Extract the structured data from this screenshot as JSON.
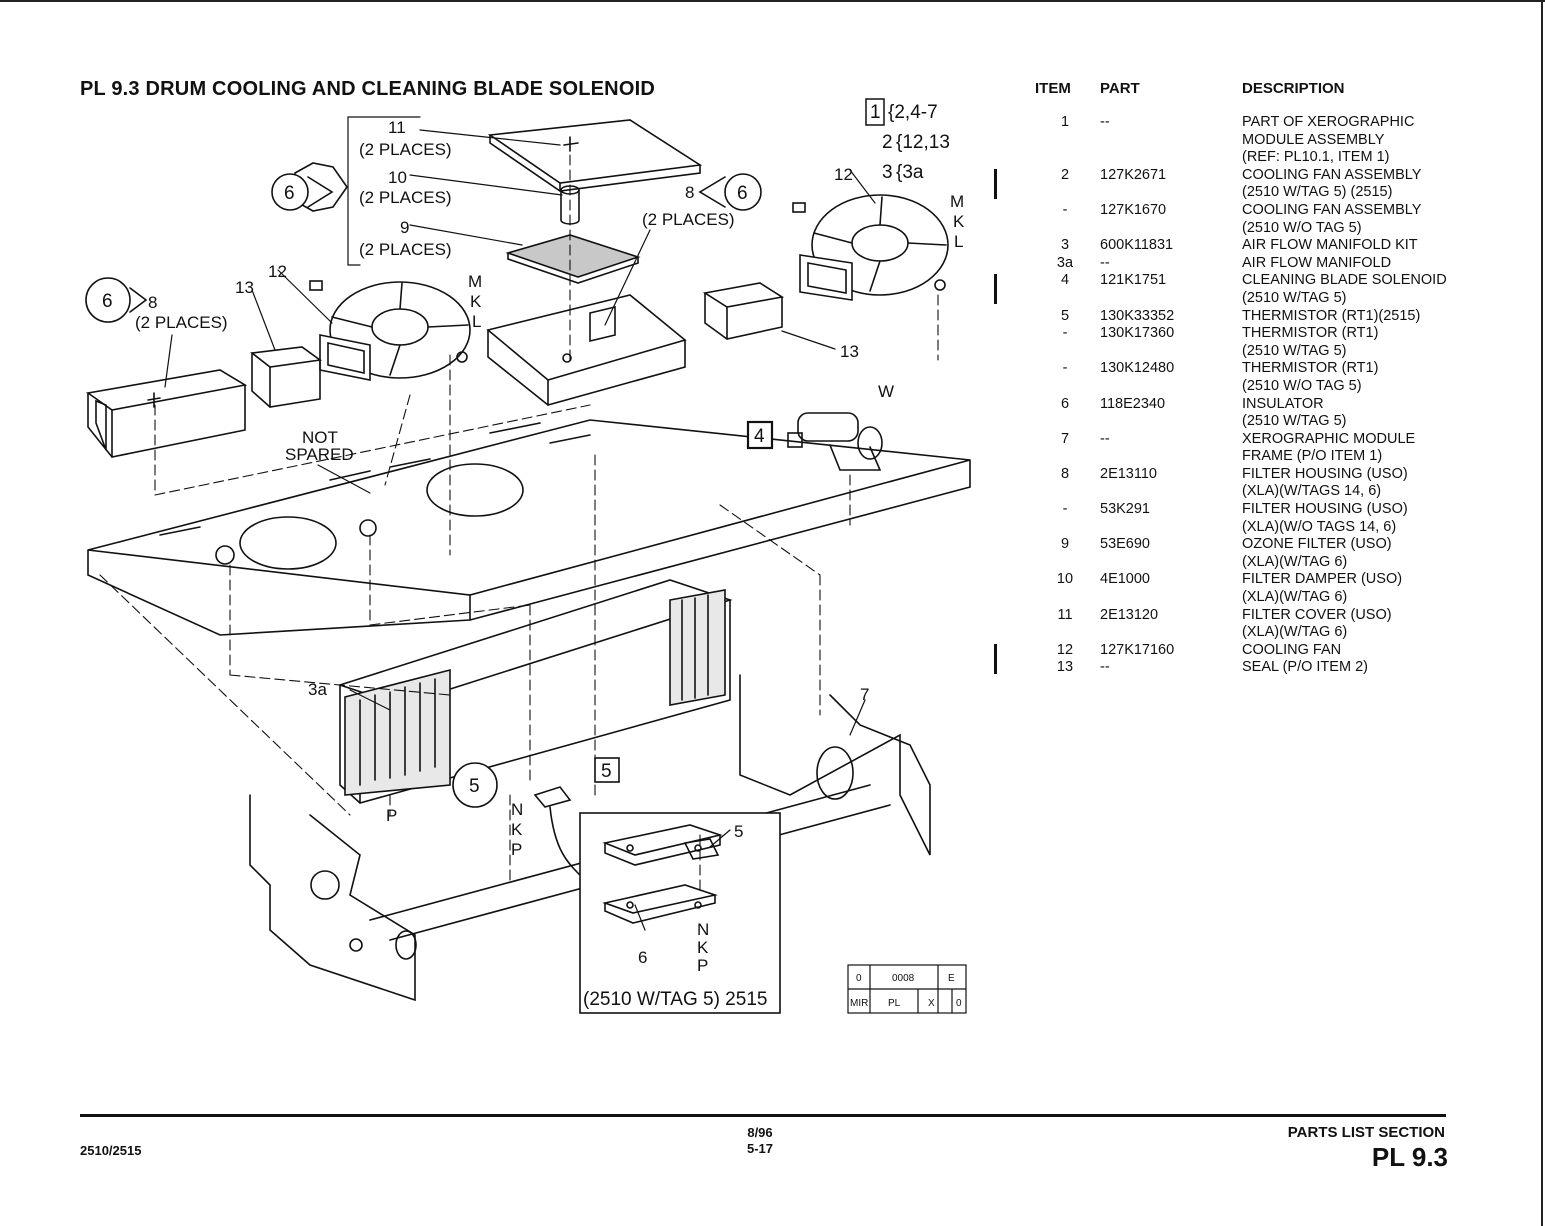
{
  "title": "PL 9.3 DRUM COOLING AND CLEANING BLADE SOLENOID",
  "table": {
    "headers": {
      "item": "ITEM",
      "part": "PART",
      "description": "DESCRIPTION"
    },
    "rows": [
      {
        "item": "1",
        "part": "--",
        "desc": [
          "PART OF XEROGRAPHIC",
          "MODULE ASSEMBLY",
          "(REF: PL10.1, ITEM 1)"
        ],
        "marked": false
      },
      {
        "item": "2",
        "part": "127K2671",
        "desc": [
          "COOLING FAN ASSEMBLY",
          "(2510 W/TAG 5) (2515)"
        ],
        "marked": true
      },
      {
        "item": "-",
        "part": "127K1670",
        "desc": [
          "COOLING FAN ASSEMBLY",
          "(2510 W/O TAG 5)"
        ],
        "marked": false
      },
      {
        "item": "3",
        "part": "600K11831",
        "desc": [
          "AIR FLOW MANIFOLD KIT"
        ],
        "marked": false
      },
      {
        "item": "3a",
        "part": "--",
        "desc": [
          "AIR FLOW MANIFOLD"
        ],
        "marked": false
      },
      {
        "item": "4",
        "part": "121K1751",
        "desc": [
          "CLEANING BLADE SOLENOID",
          "(2510 W/TAG 5)"
        ],
        "marked": true
      },
      {
        "item": "5",
        "part": "130K33352",
        "desc": [
          "THERMISTOR (RT1)(2515)"
        ],
        "marked": false
      },
      {
        "item": "-",
        "part": "130K17360",
        "desc": [
          "THERMISTOR (RT1)",
          "(2510 W/TAG 5)"
        ],
        "marked": false
      },
      {
        "item": "-",
        "part": "130K12480",
        "desc": [
          "THERMISTOR (RT1)",
          "(2510 W/O TAG 5)"
        ],
        "marked": false
      },
      {
        "item": "6",
        "part": "118E2340",
        "desc": [
          "INSULATOR",
          "(2510 W/TAG 5)"
        ],
        "marked": false
      },
      {
        "item": "7",
        "part": "--",
        "desc": [
          "XEROGRAPHIC MODULE",
          "FRAME (P/O ITEM 1)"
        ],
        "marked": false
      },
      {
        "item": "8",
        "part": "2E13110",
        "desc": [
          "FILTER HOUSING (USO)",
          "(XLA)(W/TAGS 14, 6)"
        ],
        "marked": false
      },
      {
        "item": "-",
        "part": "53K291",
        "desc": [
          "FILTER HOUSING (USO)",
          "(XLA)(W/O TAGS 14, 6)"
        ],
        "marked": false
      },
      {
        "item": "9",
        "part": "53E690",
        "desc": [
          "OZONE FILTER (USO)",
          "(XLA)(W/TAG 6)"
        ],
        "marked": false
      },
      {
        "item": "10",
        "part": "4E1000",
        "desc": [
          "FILTER DAMPER (USO)",
          "(XLA)(W/TAG 6)"
        ],
        "marked": false
      },
      {
        "item": "11",
        "part": "2E13120",
        "desc": [
          "FILTER COVER (USO)",
          "(XLA)(W/TAG 6)"
        ],
        "marked": false
      },
      {
        "item": "12",
        "part": "127K17160",
        "desc": [
          "COOLING FAN"
        ],
        "marked": true
      },
      {
        "item": "13",
        "part": "--",
        "desc": [
          "SEAL (P/O ITEM 2)"
        ],
        "marked": false
      }
    ]
  },
  "diagram": {
    "labels": {
      "l11": "11",
      "l11p": "(2 PLACES)",
      "l10": "10",
      "l10p": "(2 PLACES)",
      "l9": "9",
      "l9p": "(2 PLACES)",
      "l8a": "8",
      "l8ap": "(2 PLACES)",
      "l8b": "8",
      "l8bp": "(2 PLACES)",
      "l12a": "12",
      "l12b": "12",
      "l13a": "13",
      "l13b": "13",
      "l3a": "3a",
      "l7": "7",
      "l6": "6",
      "l5": "5",
      "notspared1": "NOT",
      "notspared2": "SPARED",
      "w": "W",
      "m": "M",
      "k": "K",
      "l": "L",
      "p": "P",
      "n": "N",
      "tag1": "1",
      "tag1ref": "{2,4-7",
      "tag2": "2",
      "tag2ref": "{12,13",
      "tag3": "3",
      "tag3ref": "{3a",
      "tag6": "6",
      "tag4": "4",
      "tag5": "5",
      "inset": "(2510 W/TAG 5) 2515"
    },
    "revbox": {
      "r1c1": "0",
      "r1c2": "0008",
      "r1c3": "E",
      "r2c1": "MIR",
      "r2c2": "PL",
      "r2c3": "X",
      "r2c4": "0"
    }
  },
  "footer": {
    "model": "2510/2515",
    "date": "8/96",
    "page": "5-17",
    "section": "PARTS LIST SECTION",
    "pl": "PL 9.3"
  }
}
